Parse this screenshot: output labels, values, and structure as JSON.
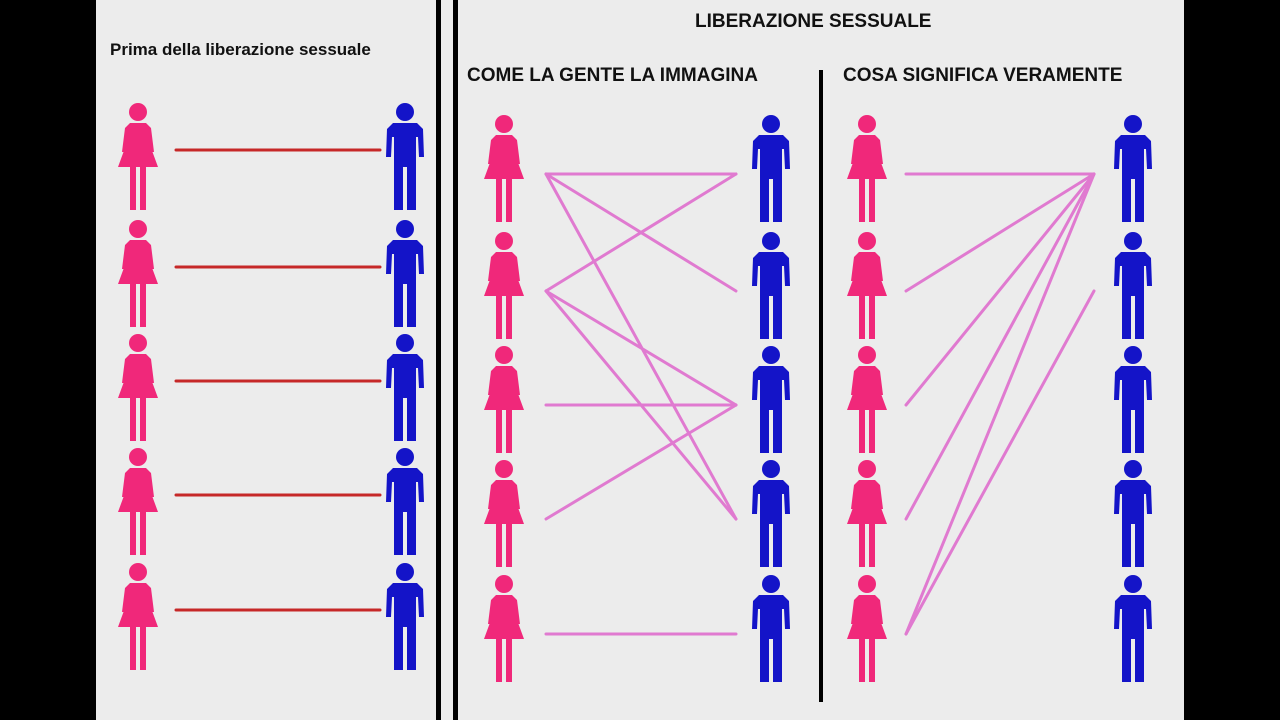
{
  "titles": {
    "before": "Prima della liberazione sessuale",
    "main": "LIBERAZIONE SESSUALE",
    "imagined": "COME LA GENTE LA IMMAGINA",
    "reality": "COSA SIGNIFICA  VERAMENTE"
  },
  "colors": {
    "background": "#000000",
    "panel": "#ececec",
    "woman": "#f0287a",
    "man": "#1414c8",
    "monogamy_line": "#c62828",
    "link_line": "#e07ad0"
  },
  "icons": {
    "woman": "woman-figure-icon",
    "man": "man-figure-icon"
  },
  "sections": [
    {
      "id": "before",
      "pairs": [
        [
          0,
          0
        ],
        [
          1,
          1
        ],
        [
          2,
          2
        ],
        [
          3,
          3
        ],
        [
          4,
          4
        ]
      ]
    },
    {
      "id": "imagined",
      "pairs": [
        [
          0,
          0
        ],
        [
          0,
          1
        ],
        [
          0,
          3
        ],
        [
          1,
          0
        ],
        [
          1,
          2
        ],
        [
          2,
          2
        ],
        [
          3,
          2
        ],
        [
          1,
          3
        ],
        [
          4,
          4
        ]
      ]
    },
    {
      "id": "reality",
      "pairs": [
        [
          0,
          0
        ],
        [
          1,
          0
        ],
        [
          2,
          0
        ],
        [
          3,
          0
        ],
        [
          4,
          0
        ],
        [
          4,
          1
        ]
      ]
    }
  ]
}
